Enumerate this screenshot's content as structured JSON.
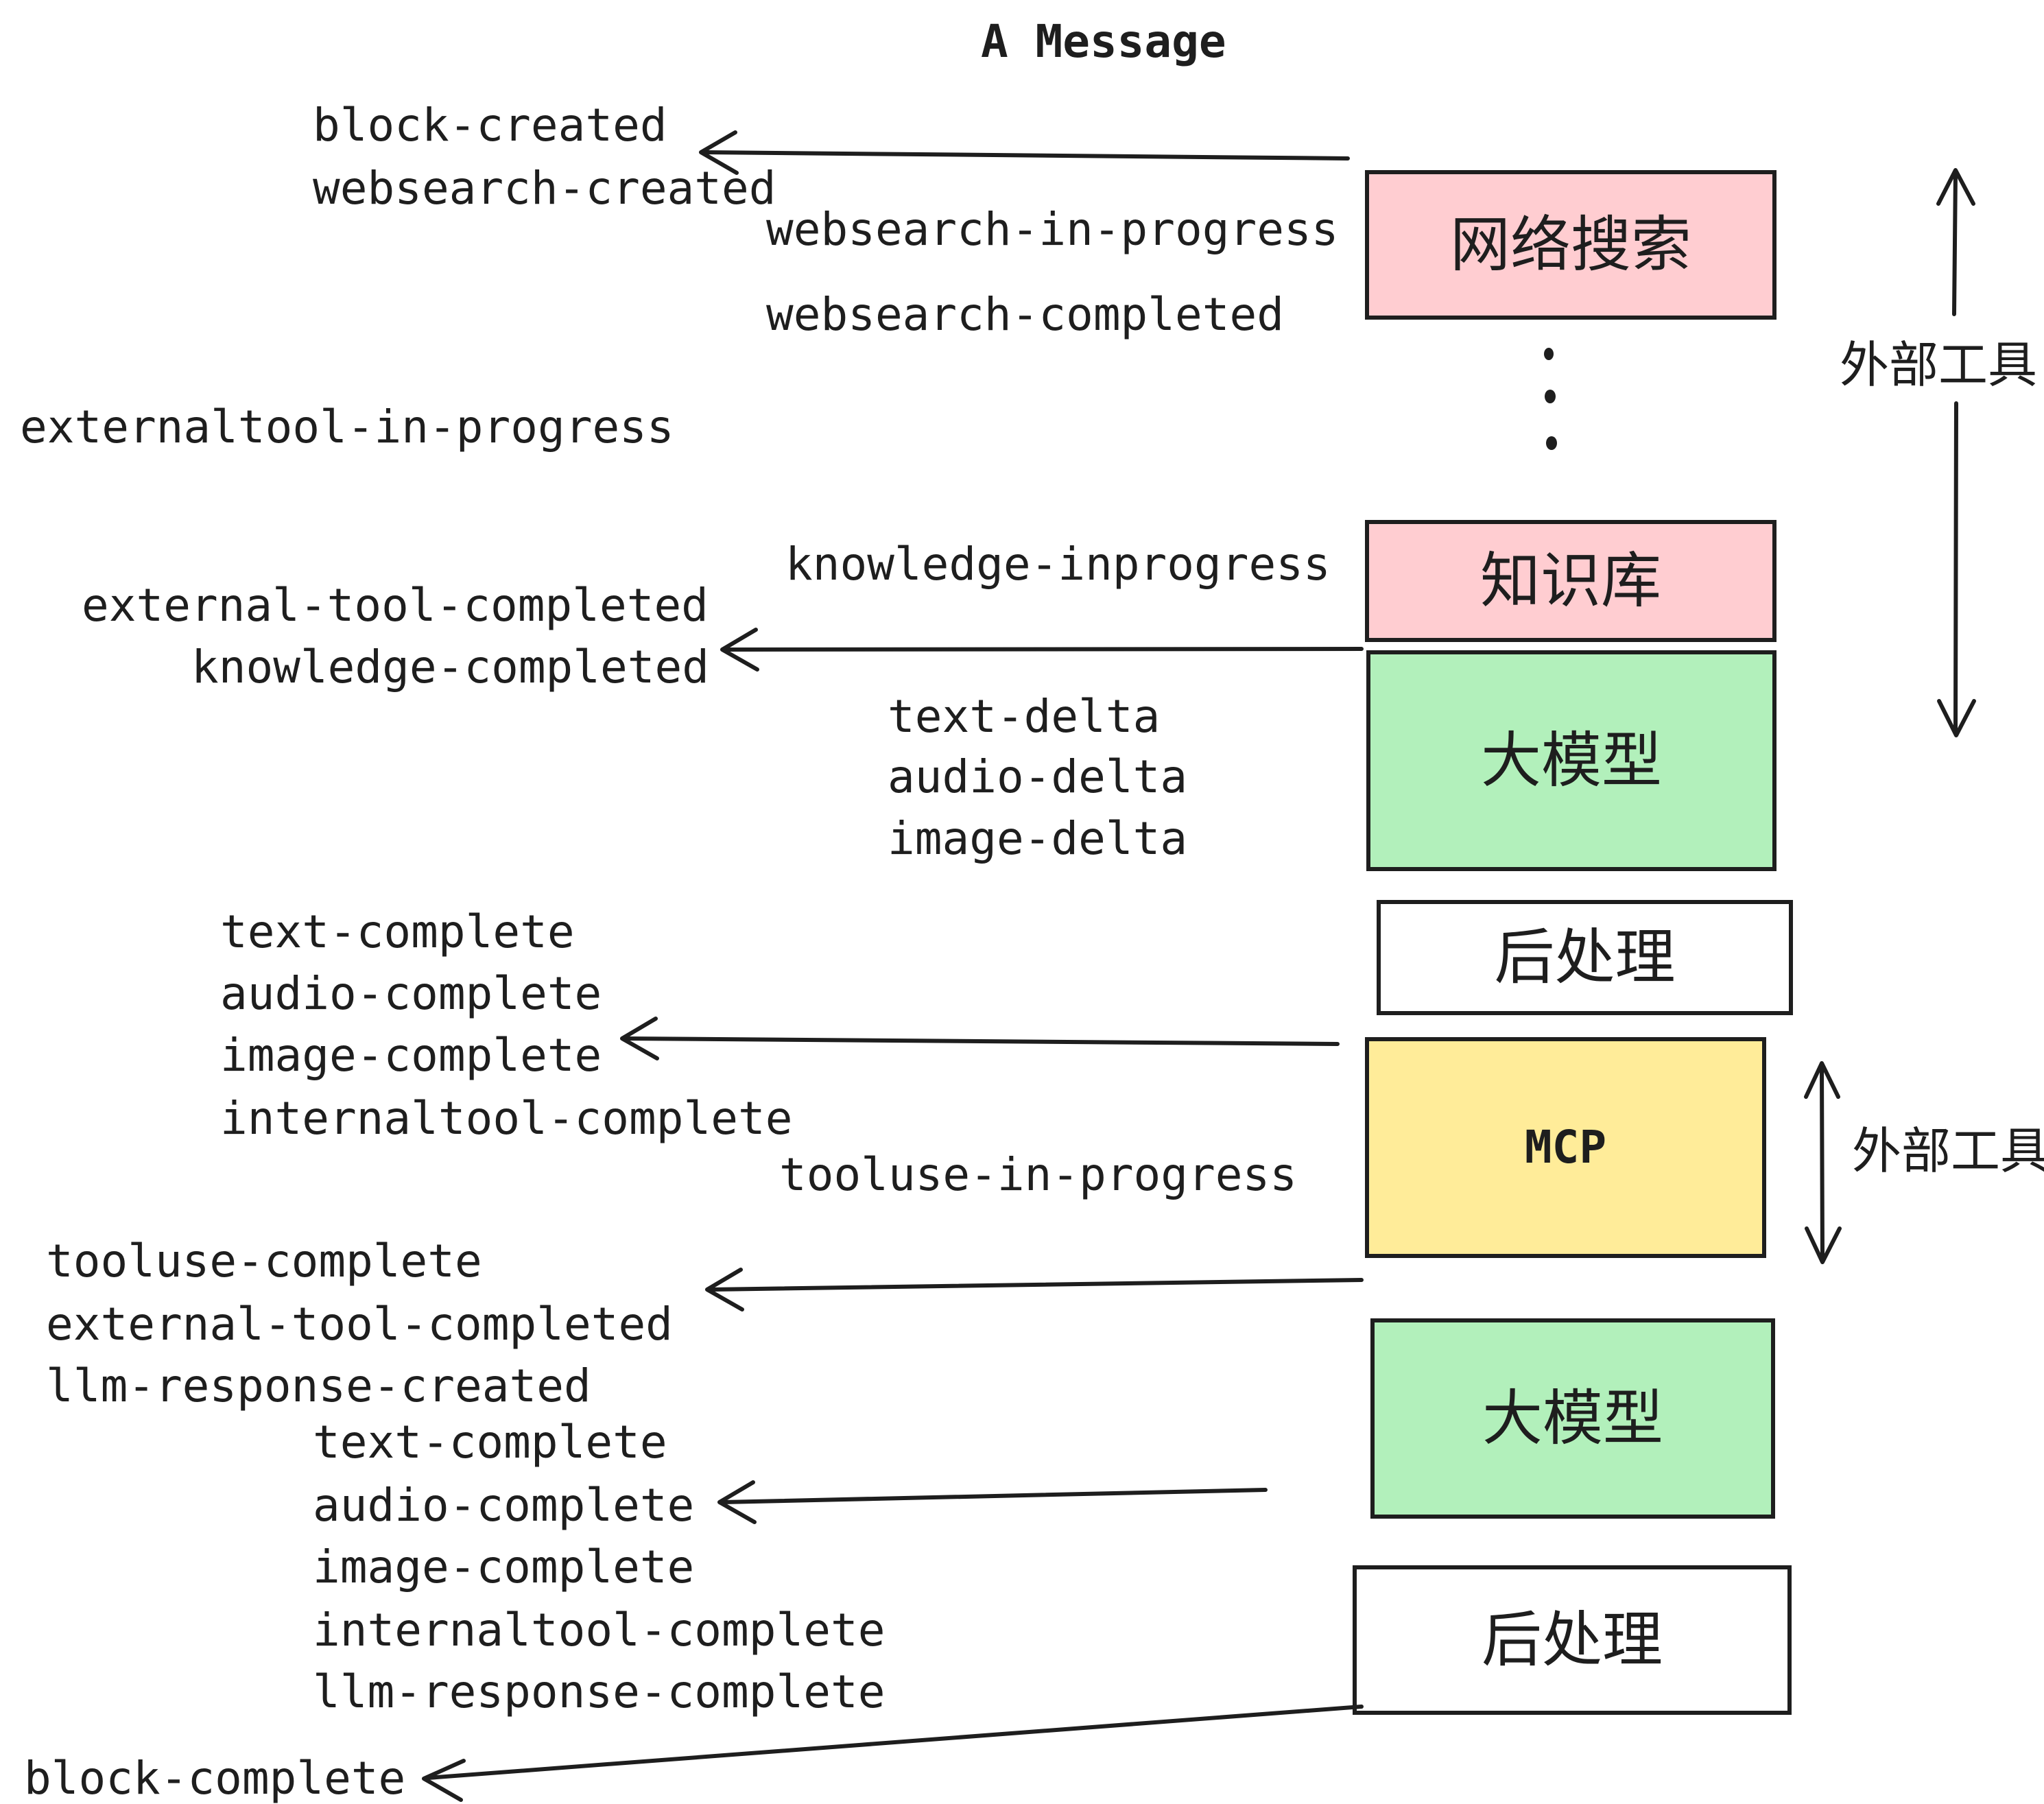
{
  "title": "A Message",
  "colors": {
    "pink": "#ffcdd1",
    "green": "#b2f0bb",
    "yellow": "#ffec99",
    "white": "#ffffff",
    "stroke": "#1e1e1e"
  },
  "boxes": [
    {
      "id": "websearch",
      "label": "网络搜索",
      "color_key": "pink"
    },
    {
      "id": "knowledge",
      "label": "知识库",
      "color_key": "pink"
    },
    {
      "id": "llm-1",
      "label": "大模型",
      "color_key": "green"
    },
    {
      "id": "postprocess-1",
      "label": "后处理",
      "color_key": "white"
    },
    {
      "id": "mcp",
      "label": "MCP",
      "color_key": "yellow"
    },
    {
      "id": "llm-2",
      "label": "大模型",
      "color_key": "green"
    },
    {
      "id": "postprocess-2",
      "label": "后处理",
      "color_key": "white"
    }
  ],
  "events": [
    {
      "text": "block-created"
    },
    {
      "text": "websearch-created"
    },
    {
      "text": "websearch-in-progress"
    },
    {
      "text": "websearch-completed"
    },
    {
      "text": "externaltool-in-progress"
    },
    {
      "text": "knowledge-inprogress"
    },
    {
      "text": "external-tool-completed"
    },
    {
      "text": "knowledge-completed"
    },
    {
      "text": "text-delta"
    },
    {
      "text": "audio-delta"
    },
    {
      "text": "image-delta"
    },
    {
      "text": "text-complete"
    },
    {
      "text": "audio-complete"
    },
    {
      "text": "image-complete"
    },
    {
      "text": "internaltool-complete"
    },
    {
      "text": "tooluse-in-progress"
    },
    {
      "text": "tooluse-complete"
    },
    {
      "text": "external-tool-completed"
    },
    {
      "text": "llm-response-created"
    },
    {
      "text": "text-complete"
    },
    {
      "text": "audio-complete"
    },
    {
      "text": "image-complete"
    },
    {
      "text": "internaltool-complete"
    },
    {
      "text": "llm-response-complete"
    },
    {
      "text": "block-complete"
    }
  ],
  "side_labels": [
    {
      "text": "外部工具"
    },
    {
      "text": "外部工具"
    }
  ]
}
